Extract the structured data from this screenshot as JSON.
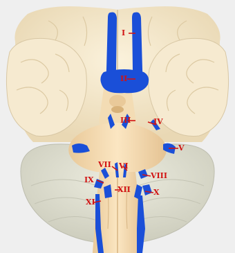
{
  "figure": {
    "subject": "Inferior view of the brain showing the twelve cranial nerves highlighted in blue with Roman numeral labels",
    "colors": {
      "background": "#efefef",
      "cerebrum": "#f3e6c9",
      "cerebellum": "#dcdccd",
      "brainstem": "#f4dcb2",
      "nerve": "#1a4fd8",
      "label": "#d11313"
    }
  },
  "labels": [
    {
      "id": "I",
      "text": "I"
    },
    {
      "id": "II",
      "text": "II"
    },
    {
      "id": "III",
      "text": "III"
    },
    {
      "id": "IV",
      "text": "IV"
    },
    {
      "id": "V",
      "text": "V"
    },
    {
      "id": "VI",
      "text": "VI"
    },
    {
      "id": "VII",
      "text": "VII"
    },
    {
      "id": "VIII",
      "text": "VIII"
    },
    {
      "id": "IX",
      "text": "IX"
    },
    {
      "id": "X",
      "text": "X"
    },
    {
      "id": "XI",
      "text": "XI"
    },
    {
      "id": "XII",
      "text": "XII"
    }
  ]
}
